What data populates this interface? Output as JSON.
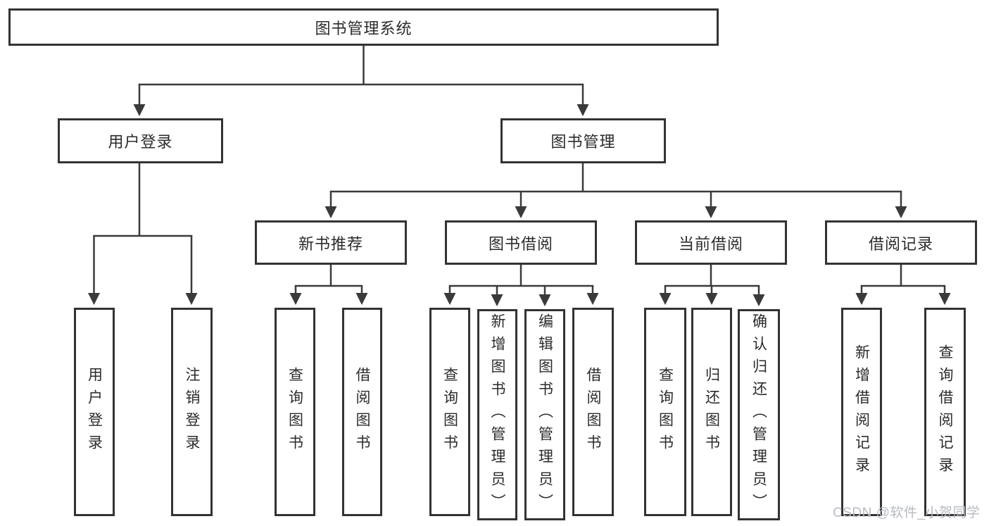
{
  "diagram_type": "functional-structure-tree",
  "tree": {
    "label": "图书管理系统",
    "children": [
      {
        "label": "用户登录",
        "children": [
          {
            "label": "用户登录"
          },
          {
            "label": "注销登录"
          }
        ]
      },
      {
        "label": "图书管理",
        "children": [
          {
            "label": "新书推荐",
            "children": [
              {
                "label": "查询图书"
              },
              {
                "label": "借阅图书"
              }
            ]
          },
          {
            "label": "图书借阅",
            "children": [
              {
                "label": "查询图书"
              },
              {
                "label": "新增图书（管理员）"
              },
              {
                "label": "编辑图书（管理员）"
              },
              {
                "label": "借阅图书"
              }
            ]
          },
          {
            "label": "当前借阅",
            "children": [
              {
                "label": "查询图书"
              },
              {
                "label": "归还图书"
              },
              {
                "label": "确认归还（管理员）"
              }
            ]
          },
          {
            "label": "借阅记录",
            "children": [
              {
                "label": "新增借阅记录"
              },
              {
                "label": "查询借阅记录"
              }
            ]
          }
        ]
      }
    ]
  },
  "watermark": "CSDN @软件_小贺同学",
  "colors": {
    "background": "#ffffff",
    "box_fill": "#ffffff",
    "box_border": "#333333",
    "line": "#3a3a3a",
    "text": "#2b2b2b",
    "watermark": "#b7bbc2"
  }
}
